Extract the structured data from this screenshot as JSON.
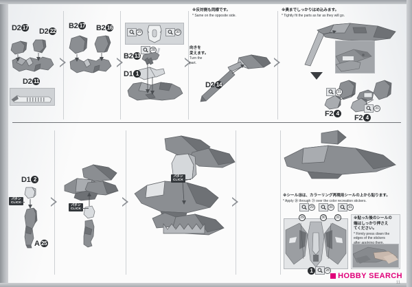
{
  "document": {
    "type": "model-kit-instruction-manual",
    "page_number": "11",
    "watermark": "HOBBY SEARCH"
  },
  "top_row": {
    "steps": [
      {
        "id": "step-1",
        "part_labels": [
          {
            "code": "D2",
            "number": "17"
          },
          {
            "code": "D2",
            "number": "22"
          },
          {
            "code": "D2",
            "number": "11"
          }
        ],
        "has_reference_photo": true
      },
      {
        "id": "step-2",
        "part_labels": [
          {
            "code": "B2",
            "number": "17"
          },
          {
            "code": "B2",
            "number": "16"
          }
        ]
      },
      {
        "id": "step-3",
        "part_labels": [
          {
            "code": "B2",
            "number": "13"
          },
          {
            "code": "D1",
            "number": "1"
          }
        ],
        "decal_marks": [
          {
            "icon": "magnifier-icon",
            "number": "29"
          },
          {
            "icon": "magnifier-icon",
            "number": "30"
          },
          {
            "icon": "magnifier-icon",
            "number": "28"
          }
        ]
      },
      {
        "id": "step-4",
        "note": {
          "jp": "※反対側も同様です。",
          "en": "* Same on the opposite side."
        },
        "side_note": {
          "jp": "向きを\n変えます。",
          "en": "Turn the\npart."
        },
        "part_labels": [
          {
            "code": "D2",
            "number": "14"
          }
        ]
      },
      {
        "id": "step-5",
        "note": {
          "jp": "※奥までしっかりはめ込みます。",
          "en": "* Tightly fit the parts as far as they will go."
        },
        "part_labels": [
          {
            "code": "F2",
            "number": "4"
          },
          {
            "code": "F2",
            "number": "4"
          }
        ],
        "decal_marks": [
          {
            "icon": "magnifier-icon",
            "number": "31"
          },
          {
            "icon": "magnifier-icon",
            "number": "31"
          }
        ],
        "has_detail_photo": true
      }
    ]
  },
  "bottom_row": {
    "steps": [
      {
        "id": "step-6",
        "part_labels": [
          {
            "code": "D1",
            "number": "2"
          },
          {
            "code": "A",
            "number": "25"
          }
        ],
        "click_badge": {
          "jp": "パチン",
          "en": "CLICK"
        }
      },
      {
        "id": "step-7",
        "click_badge": {
          "jp": "パチン",
          "en": "CLICK"
        }
      },
      {
        "id": "step-8",
        "click_badge": {
          "jp": "パチン",
          "en": "CLICK"
        }
      },
      {
        "id": "step-9",
        "sticker_note": {
          "jp": "※シール㉘は、カラーリング再現用シールの上から貼ります。",
          "en": "* Apply ㉘ through ㉛ over the color recreation stickers."
        },
        "decal_marks": [
          {
            "icon": "magnifier-icon",
            "number": "29"
          },
          {
            "icon": "magnifier-icon",
            "number": "30"
          },
          {
            "icon": "magnifier-icon",
            "number": "31"
          }
        ],
        "bottom_mark": {
          "number": "1",
          "icon": "magnifier-icon",
          "decal": "28"
        },
        "press_note": {
          "jp": "※貼った後のシールの\n端はしっかり押さえ\nてください。",
          "en": "* Firmly press down the\nedges of the stickers\nafter applying them."
        }
      }
    ]
  },
  "colors": {
    "paper": "#fbfbfb",
    "ink": "#2b2e31",
    "part_fill": "#8b8e92",
    "part_fill_light": "#b6b9bd",
    "badge_bg": "#34383c",
    "watermark": "#e0007a"
  }
}
